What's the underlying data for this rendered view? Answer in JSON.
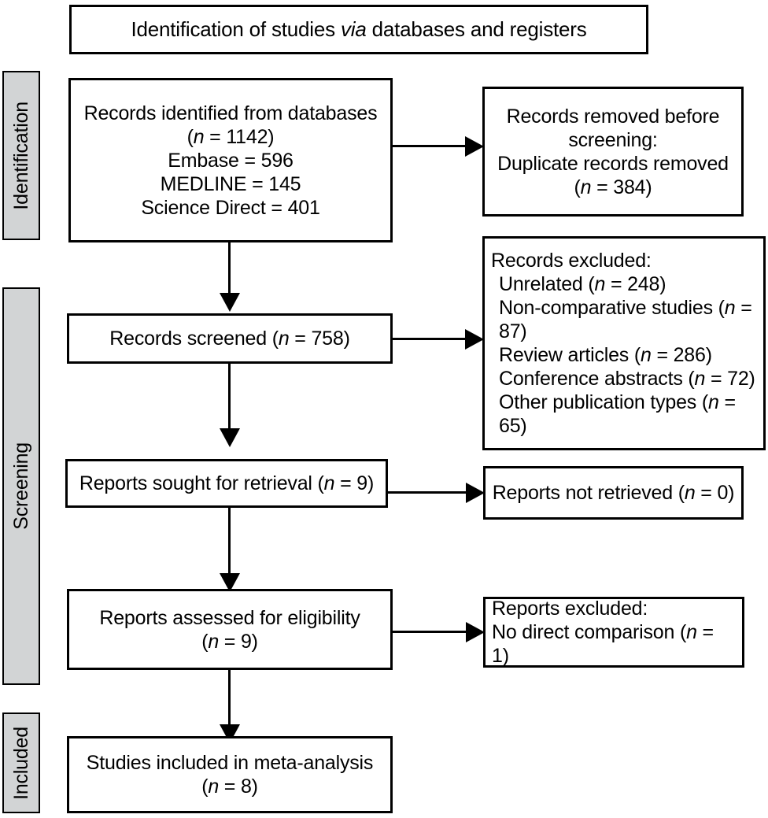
{
  "diagram": {
    "type": "prisma-flow-diagram",
    "title": "Identification of studies via databases and registers",
    "title_italic_word": "via"
  },
  "stages": [
    {
      "id": "identification",
      "label": "Identification"
    },
    {
      "id": "screening",
      "label": "Screening"
    },
    {
      "id": "included",
      "label": "Included"
    }
  ],
  "boxes": {
    "records_identified": {
      "lines": [
        "Records identified from databases",
        "(n = 1142)",
        "Embase = 596",
        "MEDLINE = 145",
        "Science Direct = 401"
      ]
    },
    "records_removed": {
      "lines": [
        "Records removed before",
        "screening:",
        "Duplicate records removed",
        "(n = 384)"
      ]
    },
    "records_screened": {
      "lines": [
        "Records screened (n = 758)"
      ]
    },
    "records_excluded": {
      "lines": [
        "Records excluded:",
        "Unrelated (n = 248)",
        "Non-comparative studies (n = 87)",
        "Review articles (n = 286)",
        "Conference abstracts (n = 72)",
        "Other publication types (n = 65)"
      ]
    },
    "reports_sought": {
      "lines": [
        "Reports sought for retrieval (n = 9)"
      ]
    },
    "reports_not_retrieved": {
      "lines": [
        "Reports not retrieved (n = 0)"
      ]
    },
    "reports_assessed": {
      "lines": [
        "Reports assessed for eligibility",
        "(n = 9)"
      ]
    },
    "reports_excluded": {
      "lines": [
        "Reports excluded:",
        "No direct comparison (n = 1)"
      ]
    },
    "studies_included": {
      "lines": [
        "Studies included in meta-analysis",
        "(n = 8)"
      ]
    }
  },
  "counts": {
    "records_identified_total": 1142,
    "embase": 596,
    "medline": 145,
    "science_direct": 401,
    "duplicates_removed": 384,
    "records_screened": 758,
    "excluded_unrelated": 248,
    "excluded_non_comparative": 87,
    "excluded_review_articles": 286,
    "excluded_conference_abstracts": 72,
    "excluded_other_publication_types": 65,
    "reports_sought": 9,
    "reports_not_retrieved": 0,
    "reports_assessed": 9,
    "reports_excluded_no_direct_comparison": 1,
    "studies_included": 8
  },
  "colors": {
    "stage_fill": "#d2d4d5",
    "border": "#000000",
    "background": "#ffffff"
  }
}
